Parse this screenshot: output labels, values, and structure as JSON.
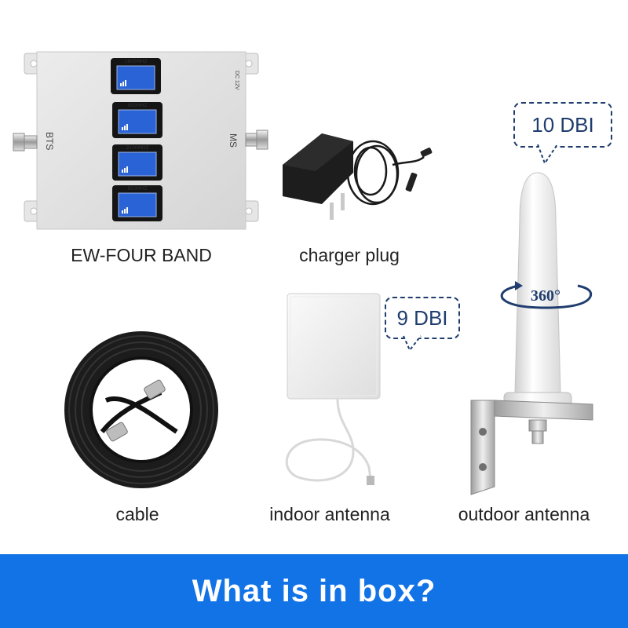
{
  "device": {
    "bands": [
      "1800MHZ",
      "900MHZ",
      "2100MHZ",
      "850MHZ"
    ],
    "port_left": "BTS",
    "port_right": "MS",
    "power_label": "DC 12V"
  },
  "items": {
    "booster_label": "EW-FOUR BAND",
    "charger_label": "charger plug",
    "cable_label": "cable",
    "indoor_label": "indoor antenna",
    "outdoor_label": "outdoor antenna"
  },
  "callouts": {
    "indoor_gain": "9 DBI",
    "outdoor_gain": "10 DBI",
    "rotation": "360°"
  },
  "banner": {
    "text": "What is in box?"
  },
  "colors": {
    "banner": "#1273e6",
    "callout": "#1f3d6e"
  }
}
